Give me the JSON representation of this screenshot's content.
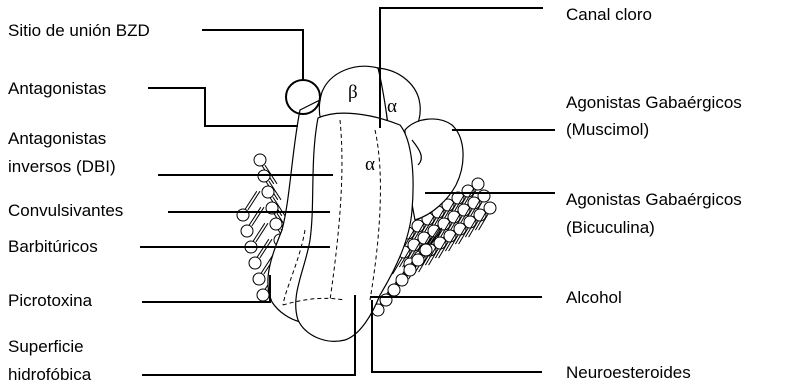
{
  "labels": {
    "bzd_site": "Sitio de unión BZD",
    "antagonists": "Antagonistas",
    "inverse_antagonists_1": "Antagonistas",
    "inverse_antagonists_2": "inversos (DBI)",
    "convulsants": "Convulsivantes",
    "barbiturates": "Barbitúricos",
    "picrotoxin": "Picrotoxina",
    "hydrophobic_1": "Superficie",
    "hydrophobic_2": "hidrofóbica",
    "chloride_channel": "Canal cloro",
    "gaba_agonists_muscimol_1": "Agonistas Gabaérgicos",
    "gaba_agonists_muscimol_2": "(Muscimol)",
    "gaba_agonists_bicuculline_1": "Agonistas Gabaérgicos",
    "gaba_agonists_bicuculline_2": "(Bicuculina)",
    "alcohol": "Alcohol",
    "neurosteroids": "Neuroesteroides"
  },
  "subunits": {
    "beta": "β",
    "alpha_top": "α",
    "alpha_front": "α"
  }
}
